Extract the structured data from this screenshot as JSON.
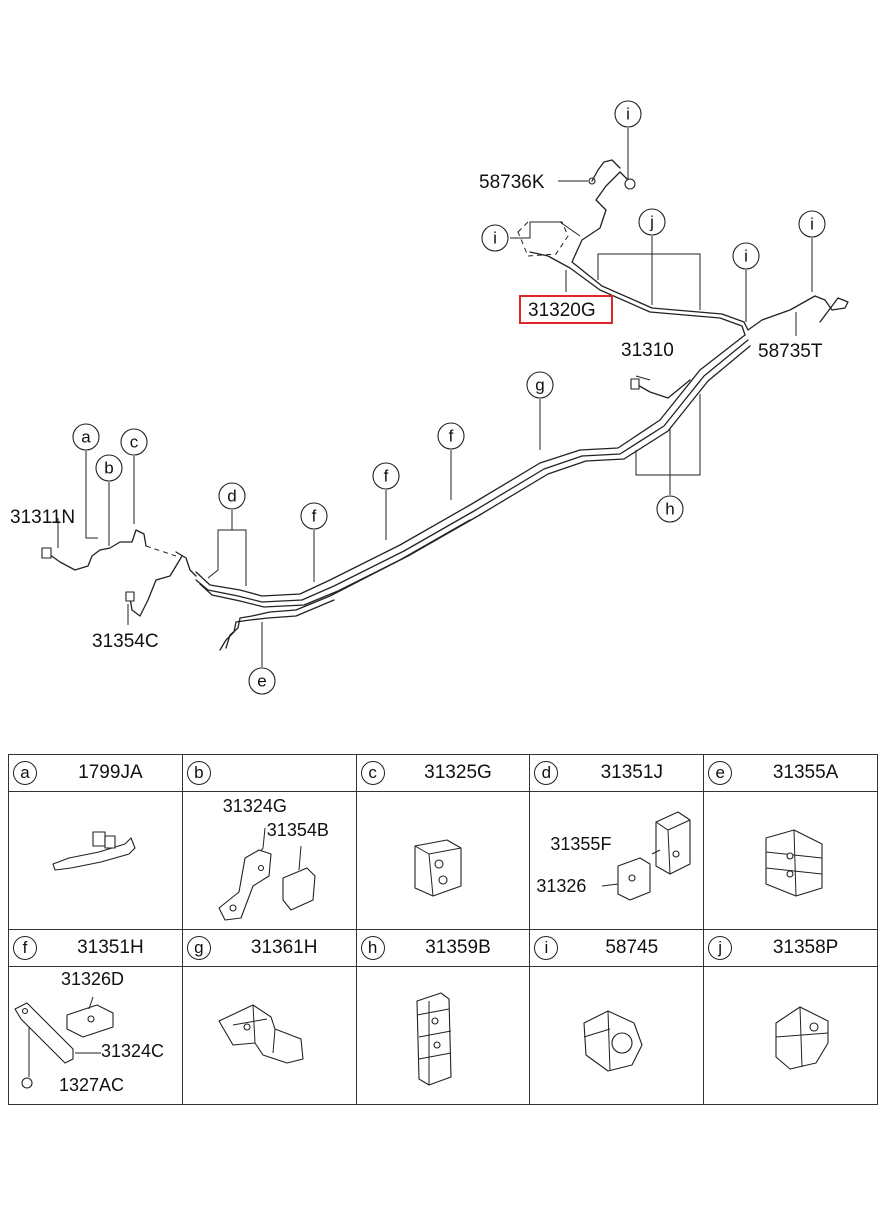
{
  "diagram": {
    "parts": {
      "p58736K": "58736K",
      "p31320G": "31320G",
      "p31310": "31310",
      "p58735T": "58735T",
      "p31311N": "31311N",
      "p31354C": "31354C"
    },
    "highlight_color": "#e0262b",
    "callouts": {
      "a": "a",
      "b": "b",
      "c": "c",
      "d": "d",
      "e": "e",
      "f": "f",
      "g": "g",
      "h": "h",
      "i": "i",
      "j": "j"
    }
  },
  "legend": {
    "cells": [
      {
        "key": "a",
        "part": "1799JA",
        "subparts": []
      },
      {
        "key": "b",
        "part": "",
        "subparts": [
          "31324G",
          "31354B"
        ]
      },
      {
        "key": "c",
        "part": "31325G",
        "subparts": []
      },
      {
        "key": "d",
        "part": "31351J",
        "subparts": [
          "31355F",
          "31326"
        ]
      },
      {
        "key": "e",
        "part": "31355A",
        "subparts": []
      },
      {
        "key": "f",
        "part": "31351H",
        "subparts": [
          "31326D",
          "31324C",
          "1327AC"
        ]
      },
      {
        "key": "g",
        "part": "31361H",
        "subparts": []
      },
      {
        "key": "h",
        "part": "31359B",
        "subparts": []
      },
      {
        "key": "i",
        "part": "58745",
        "subparts": []
      },
      {
        "key": "j",
        "part": "31358P",
        "subparts": []
      }
    ]
  }
}
